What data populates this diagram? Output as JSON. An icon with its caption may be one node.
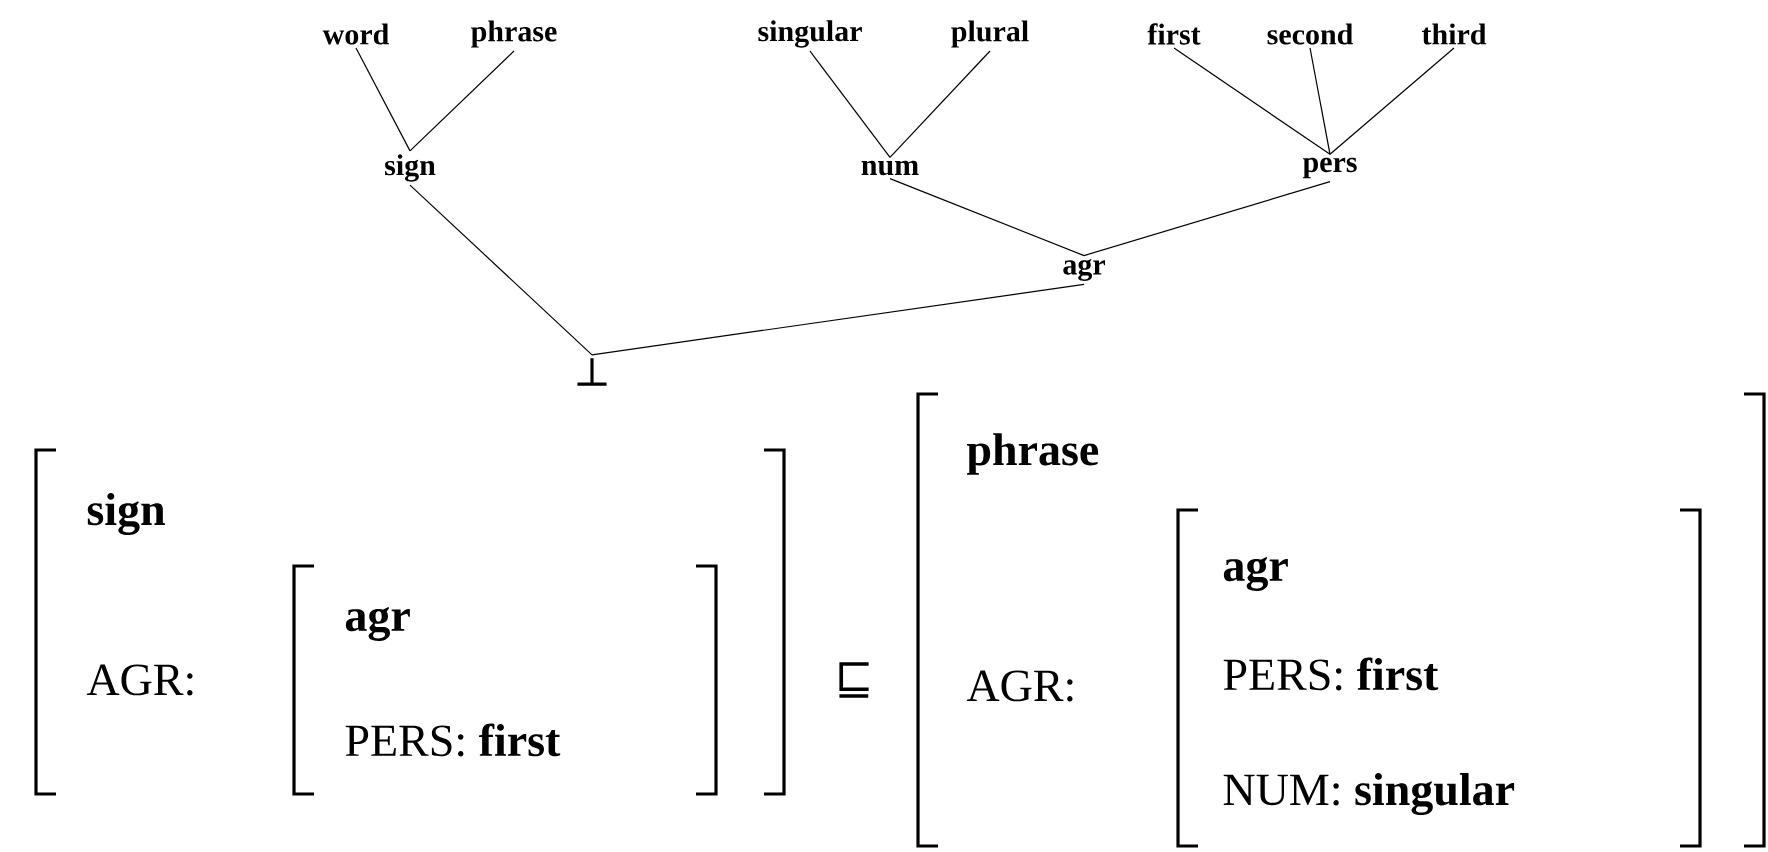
{
  "diagram": {
    "nodes": [
      {
        "text": [
          "word"
        ]
      },
      {
        "text": [
          "phrase"
        ]
      },
      {
        "text": [
          "sign"
        ]
      },
      {
        "text": [
          "singular"
        ]
      },
      {
        "text": [
          "plural"
        ]
      },
      {
        "text": [
          "num"
        ]
      },
      {
        "text": [
          "first"
        ]
      },
      {
        "text": [
          "second"
        ]
      },
      {
        "text": [
          "third"
        ]
      },
      {
        "text": [
          "pers"
        ]
      },
      {
        "text": [
          "agr"
        ]
      },
      {
        "text": [
          "⊥"
        ]
      }
    ],
    "edges": [
      {
        "from": 0,
        "to": 2,
        "arrow": "none"
      },
      {
        "from": 1,
        "to": 2,
        "arrow": "none"
      },
      {
        "from": 3,
        "to": 5,
        "arrow": "none"
      },
      {
        "from": 4,
        "to": 5,
        "arrow": "none"
      },
      {
        "from": 6,
        "to": 9,
        "arrow": "none"
      },
      {
        "from": 7,
        "to": 9,
        "arrow": "none"
      },
      {
        "from": 8,
        "to": 9,
        "arrow": "none"
      },
      {
        "from": 5,
        "to": 10,
        "arrow": "none"
      },
      {
        "from": 9,
        "to": 10,
        "arrow": "none"
      },
      {
        "from": 2,
        "to": 11,
        "arrow": "none"
      },
      {
        "from": 10,
        "to": 11,
        "arrow": "none"
      }
    ],
    "labels": [
      "sign",
      "AGR:",
      "agr",
      "PERS: **first**",
      "⊑",
      "phrase",
      "AGR:",
      "agr",
      "PERS: **first**",
      "NUM: **singular**"
    ]
  }
}
